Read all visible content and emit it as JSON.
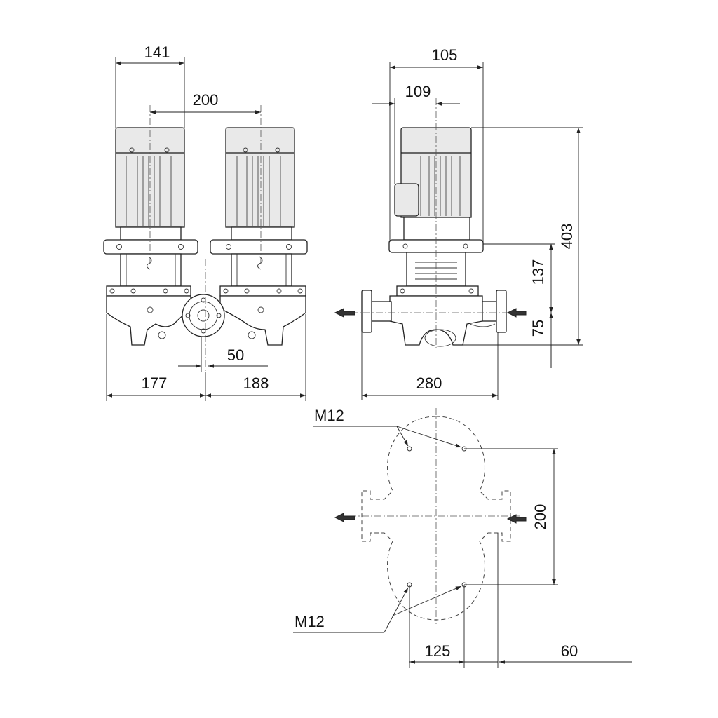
{
  "front_view": {
    "dim_motor_width": "141",
    "dim_motor_spacing": "200",
    "dim_port_offset": "50",
    "dim_left_length": "177",
    "dim_right_length": "188"
  },
  "side_view": {
    "dim_motor_overhang": "105",
    "dim_terminal_box": "109",
    "dim_total_height": "403",
    "dim_coupling_height": "137",
    "dim_port_height": "75",
    "dim_port_to_port": "280"
  },
  "plan_view": {
    "bolt_label_top": "M12",
    "bolt_label_bottom": "M12",
    "dim_bolt_vertical": "200",
    "dim_bolt_horizontal": "125",
    "dim_offset": "60"
  }
}
